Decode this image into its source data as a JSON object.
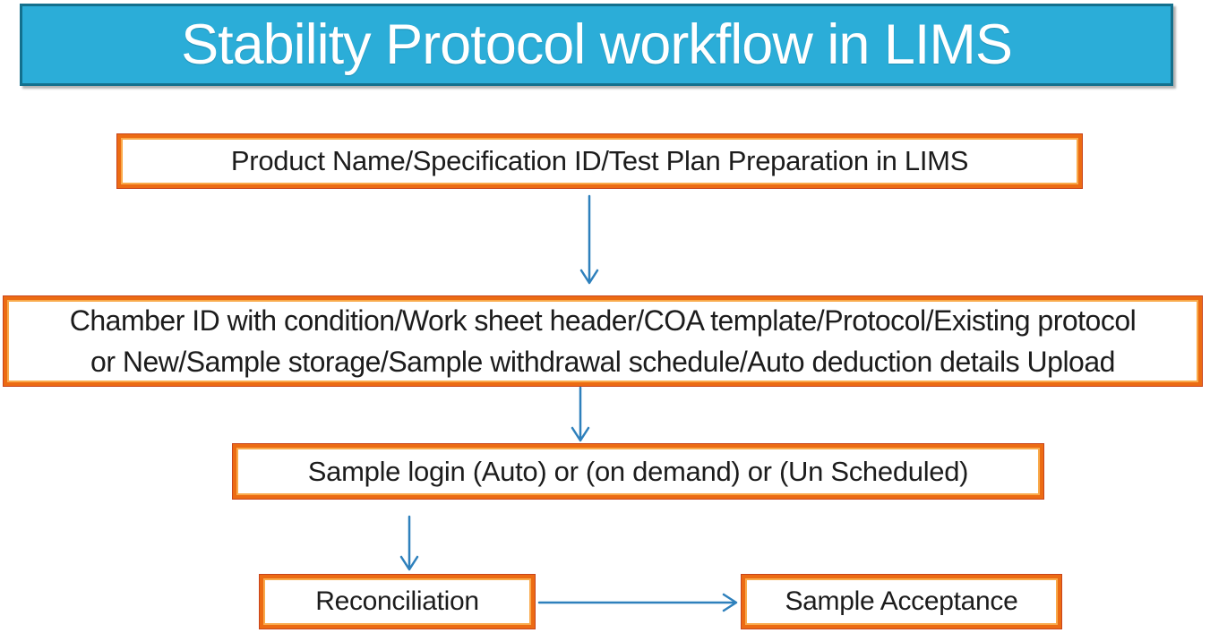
{
  "title": "Stability Protocol workflow in LIMS",
  "colors": {
    "banner_fill": "#2badd8",
    "banner_border": "#13708d",
    "title_text": "#ffffff",
    "box_border": "#ec6b13",
    "box_border_dark": "#c8441c",
    "box_border_inner": "#f9aa4b",
    "arrow": "#2e80bc",
    "text": "#1c1c1c"
  },
  "flowchart": {
    "step1": {
      "label": "Product Name/Specification ID/Test Plan Preparation in LIMS"
    },
    "step2": {
      "lines": [
        "Chamber ID with condition/Work sheet header/COA template/Protocol/Existing protocol",
        "or New/Sample storage/Sample withdrawal schedule/Auto deduction details Upload"
      ]
    },
    "step3": {
      "label": "Sample login (Auto) or (on demand) or (Un Scheduled)"
    },
    "step4": {
      "label": "Reconciliation"
    },
    "step5": {
      "label": "Sample Acceptance"
    }
  }
}
